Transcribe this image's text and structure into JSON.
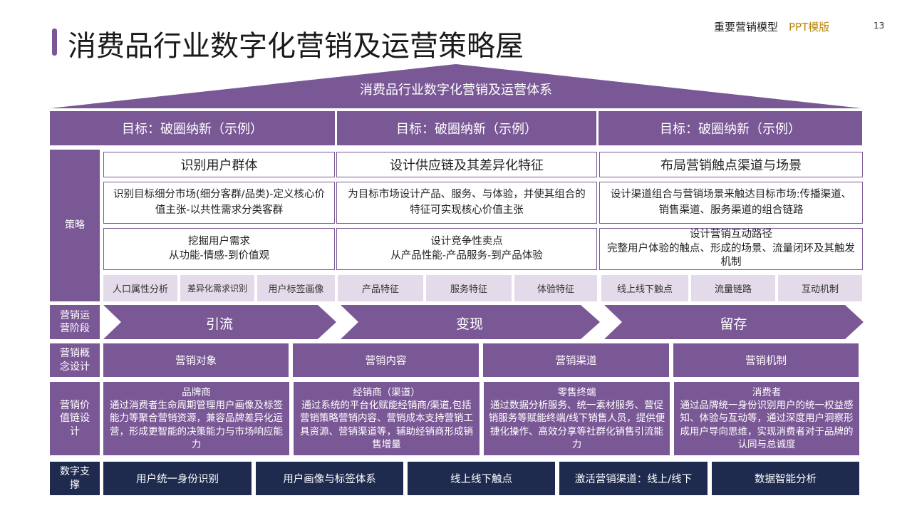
{
  "header": {
    "title": "消费品行业数字化营销及运营策略屋",
    "tag_main": "重要营销模型",
    "tag_sub": "PPT模版",
    "page_number": "13"
  },
  "roof": {
    "text": "消费品行业数字化营销及运营体系"
  },
  "goals": [
    "目标：破圈纳新（示例）",
    "目标：破圈纳新（示例）",
    "目标：破圈纳新（示例）"
  ],
  "row_labels": {
    "strategy": "策略",
    "stage": "营销运营阶段",
    "concept": "营销概念设计",
    "value_chain": "营销价值链设计",
    "digital": "数字支撑"
  },
  "strategy": {
    "headers": [
      "识别用户群体",
      "设计供应链及其差异化特征",
      "布局营销触点渠道与场景"
    ],
    "desc": [
      "识别目标细分市场(细分客群/品类)-定义核心价值主张-以共性需求分类客群",
      "为目标市场设计产品、服务、与体验，并使其组合的特征可实现核心价值主张",
      "设计渠道组合与营销场景来触达目标市场:传播渠道、销售渠道、服务渠道的组合链路"
    ],
    "detail": [
      {
        "line1": "挖掘用户需求",
        "line2": "从功能-情感-到价值观"
      },
      {
        "line1": "设计竞争性卖点",
        "line2": "从产品性能-产品服务-到产品体验"
      },
      {
        "line1": "设计营销互动路径",
        "line2": "完整用户体验的触点、形成的场景、流量闭环及其触发机制"
      }
    ],
    "features": [
      "人口属性分析",
      "差异化需求识别",
      "用户标签画像",
      "产品特征",
      "服务特征",
      "体验特征",
      "线上线下触点",
      "流量链路",
      "互动机制"
    ]
  },
  "stages": [
    "引流",
    "变现",
    "留存"
  ],
  "concepts": [
    "营销对象",
    "营销内容",
    "营销渠道",
    "营销机制"
  ],
  "value_chain": [
    {
      "title": "品牌商",
      "text": "通过消费者生命周期管理用户画像及标签能力等聚合营销资源，兼容品牌差异化运营，形成更智能的决策能力与市场响应能力"
    },
    {
      "title": "经销商（渠道）",
      "text": "通过系统的平台化赋能经销商/渠道,包括营销策略营销内容、营销成本支持营销工具资源、营销渠道等，辅助经销商形成销售增量"
    },
    {
      "title": "零售终端",
      "text": "通过数据分析服务、统一素材服务、营促销服务等赋能终端/线下销售人员，提供便捷化操作、高效分享等社群化销售引流能力"
    },
    {
      "title": "消费者",
      "text": "通过品牌统一身份识别用户的统一权益感知、体验与互动等，通过深度用户洞察形成用户导向思维，实现消费者对于品牌的认同与总诚度"
    }
  ],
  "digital": [
    "用户统一身份识别",
    "用户画像与标签体系",
    "线上线下触点",
    "激活营销渠道：线上/线下",
    "数据智能分析"
  ],
  "colors": {
    "purple": "#7a5896",
    "navy": "#1e2a4e",
    "lavender": "#e3dbe9",
    "gold": "#b8860b"
  }
}
